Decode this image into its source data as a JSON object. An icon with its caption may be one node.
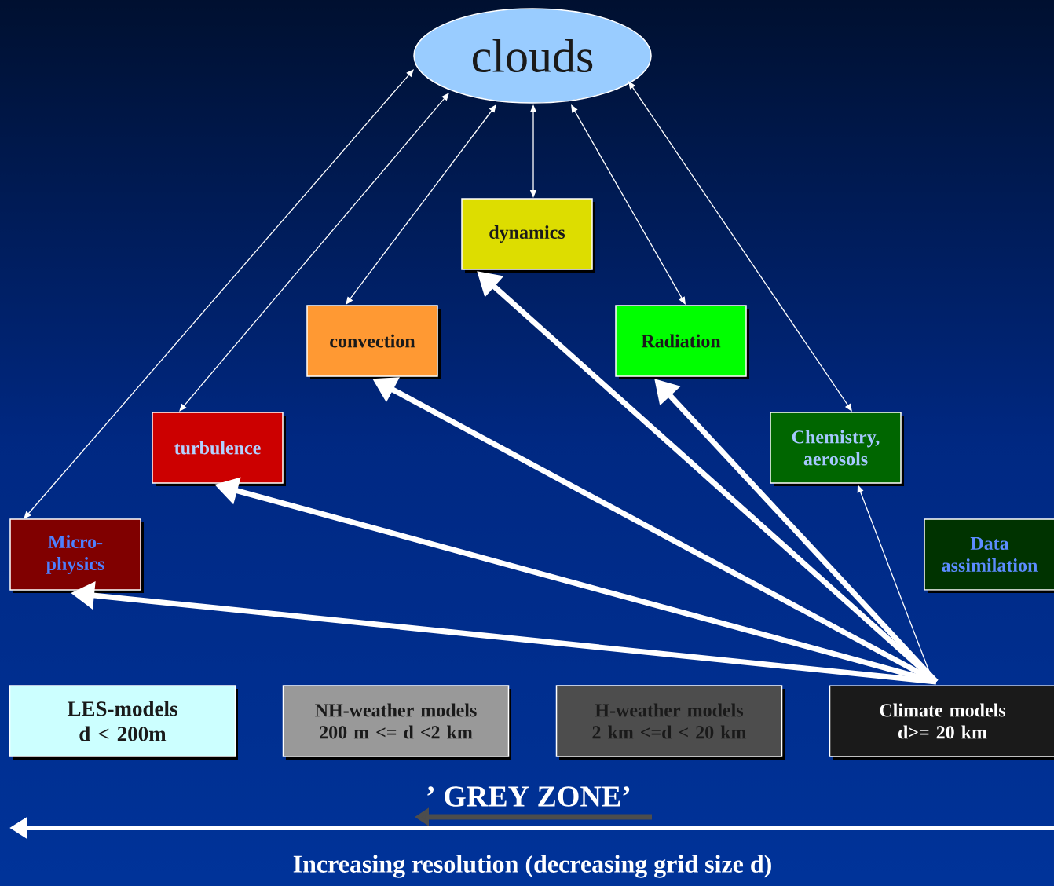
{
  "diagram": {
    "nodes": [
      {
        "text": [
          "clouds"
        ]
      },
      {
        "text": [
          "dynamics"
        ]
      },
      {
        "text": [
          "convection"
        ]
      },
      {
        "text": [
          "Radiation"
        ]
      },
      {
        "text": [
          "turbulence"
        ]
      },
      {
        "text": [
          "Chemistry, aerosols"
        ]
      },
      {
        "text": [
          "Micro- physics"
        ]
      },
      {
        "text": [
          "Data assimilation"
        ]
      },
      {
        "text": [
          "LES-models",
          "d < 200m"
        ]
      },
      {
        "text": [
          "NH-weather models",
          "200 m <= d <2 km"
        ]
      },
      {
        "text": [
          "H-weather models",
          "2 km <=d < 20 km"
        ]
      },
      {
        "text": [
          "Climate models",
          "d>= 20 km"
        ]
      }
    ],
    "edges": [
      {
        "from": 0,
        "to": 6,
        "arrow": "both"
      },
      {
        "from": 0,
        "to": 4,
        "arrow": "both"
      },
      {
        "from": 0,
        "to": 2,
        "arrow": "both"
      },
      {
        "from": 0,
        "to": 1,
        "arrow": "both"
      },
      {
        "from": 0,
        "to": 3,
        "arrow": "both"
      },
      {
        "from": 0,
        "to": 5,
        "arrow": "both"
      },
      {
        "from": 11,
        "to": 6,
        "arrow": "to",
        "style": "thick"
      },
      {
        "from": 11,
        "to": 4,
        "arrow": "to",
        "style": "thick"
      },
      {
        "from": 11,
        "to": 2,
        "arrow": "to",
        "style": "thick"
      },
      {
        "from": 11,
        "to": 1,
        "arrow": "to",
        "style": "thick"
      },
      {
        "from": 11,
        "to": 3,
        "arrow": "to",
        "style": "thick"
      },
      {
        "from": 11,
        "to": 5,
        "arrow": "to"
      }
    ],
    "labels": [
      "’ GREY ZONE’",
      "Increasing resolution (decreasing grid size d)"
    ]
  }
}
